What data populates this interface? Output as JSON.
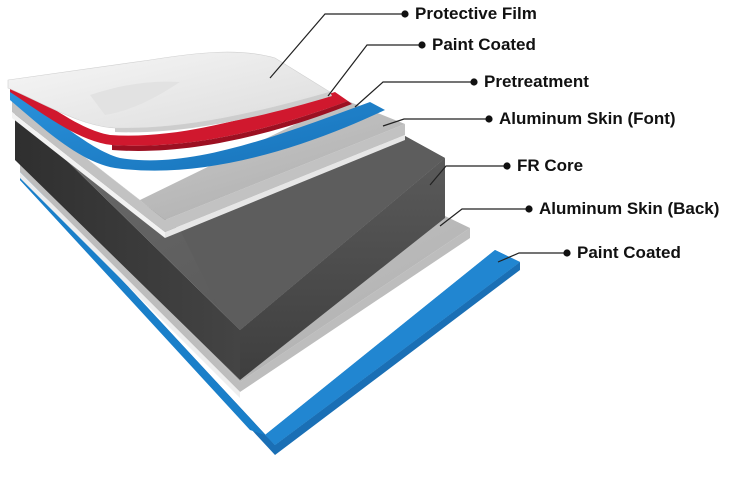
{
  "colors": {
    "paint_blue": "#1a7fc9",
    "paint_red": "#d0182e",
    "core_dark": "#4a4a4a",
    "aluminum_grey": "#b9b9b9",
    "film_white": "#f0f0f0"
  },
  "layers": [
    {
      "id": "protective-film",
      "label": "Protective Film"
    },
    {
      "id": "paint-coated-top",
      "label": "Paint Coated"
    },
    {
      "id": "pretreatment",
      "label": "Pretreatment"
    },
    {
      "id": "aluminum-skin-front",
      "label": "Aluminum Skin (Font)"
    },
    {
      "id": "fr-core",
      "label": "FR Core"
    },
    {
      "id": "aluminum-skin-back",
      "label": "Aluminum Skin (Back)"
    },
    {
      "id": "paint-coated-bottom",
      "label": "Paint Coated"
    }
  ]
}
